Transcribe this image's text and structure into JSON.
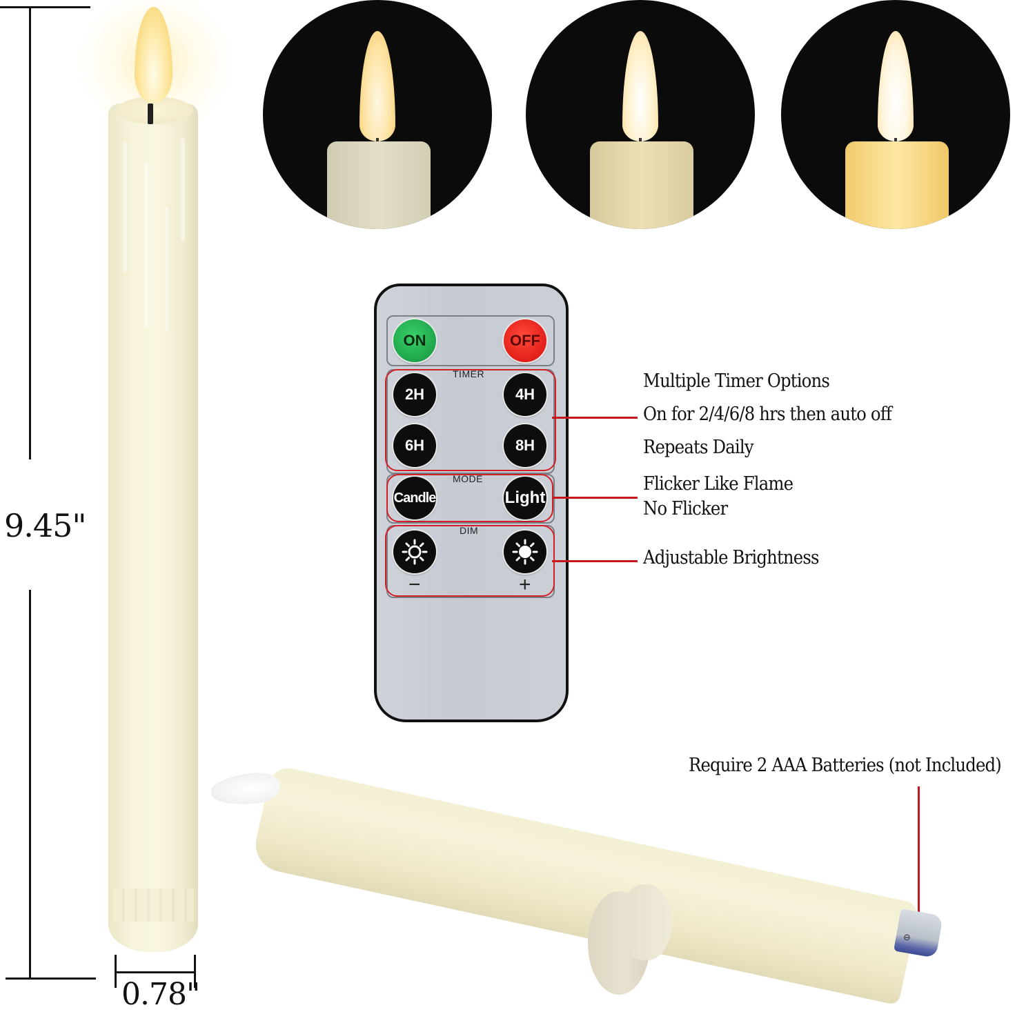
{
  "dimensions": {
    "height_label": "9.45\"",
    "diameter_label": "0.78\""
  },
  "brightness_circles": [
    {
      "level": "low",
      "candle_color": "#ddd9c0",
      "flame_color": "#fbe7b5"
    },
    {
      "level": "medium",
      "candle_color": "#e9deb0",
      "flame_color": "#fff1cf"
    },
    {
      "level": "high",
      "candle_color": "#f8d87a",
      "flame_color": "#fff6e0"
    }
  ],
  "remote": {
    "power": {
      "on_label": "ON",
      "off_label": "OFF",
      "on_color": "#1ea54a",
      "off_color": "#e31f1a"
    },
    "timer": {
      "section_label": "TIMER",
      "buttons": [
        "2H",
        "4H",
        "6H",
        "8H"
      ]
    },
    "mode": {
      "section_label": "MODE",
      "buttons": [
        "Candle",
        "Light"
      ]
    },
    "dim": {
      "section_label": "DIM",
      "minus_symbol": "−",
      "plus_symbol": "+",
      "minus_icon": "sun-outline-icon",
      "plus_icon": "sun-filled-icon"
    },
    "highlight_color": "#d21f26"
  },
  "callouts": {
    "timer": [
      "Multiple Timer Options",
      "On for 2/4/6/8 hrs then auto off",
      "Repeats Daily"
    ],
    "mode": [
      "Flicker Like Flame",
      "No Flicker"
    ],
    "dim": [
      "Adjustable Brightness"
    ],
    "battery": "Require 2 AAA Batteries (not Included)"
  },
  "battery_symbol": "⊖",
  "leader_color": "#c8161d"
}
